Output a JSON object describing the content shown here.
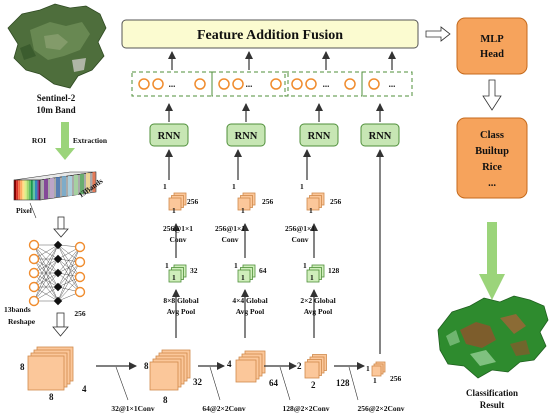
{
  "fusion_label": "Feature Addition Fusion",
  "mlp_label": [
    "MLP",
    "Head"
  ],
  "class_box": [
    "Class",
    "Builtup",
    "Rice",
    "..."
  ],
  "classification_result": [
    "Classification",
    "Result"
  ],
  "rnn_label": "RNN",
  "sentinel_label": [
    "Sentinel-2",
    "10m Band"
  ],
  "roi_label": "ROI",
  "extraction_label": "Extraction",
  "bands_label": "13Bands",
  "pixel_label": "Pixel",
  "reshape_labels": [
    "13bands",
    "Reshape"
  ],
  "nn_label": "256",
  "dots": "...",
  "ellipsis": "…",
  "branches": [
    {
      "top_cube_dims": [
        "1",
        "1",
        "256"
      ],
      "conv_label": [
        "256@1×1",
        "Conv"
      ],
      "mid_cube_dims": [
        "1",
        "1",
        "32"
      ],
      "pool_label": [
        "8×8 Global",
        "Avg Pool"
      ]
    },
    {
      "top_cube_dims": [
        "1",
        "1",
        "256"
      ],
      "conv_label": [
        "256@1×1",
        "Conv"
      ],
      "mid_cube_dims": [
        "1",
        "1",
        "64"
      ],
      "pool_label": [
        "4×4 Global",
        "Avg Pool"
      ]
    },
    {
      "top_cube_dims": [
        "1",
        "1",
        "256"
      ],
      "conv_label": [
        "256@1×1",
        "Conv"
      ],
      "mid_cube_dims": [
        "1",
        "1",
        "128"
      ],
      "pool_label": [
        "2×2 Global",
        "Avg Pool"
      ]
    }
  ],
  "bottom_stage": {
    "cube1": [
      "8",
      "8",
      "4"
    ],
    "cube2": [
      "8",
      "8",
      "32"
    ],
    "cube3": [
      "4",
      "64"
    ],
    "cube4": [
      "2",
      "2",
      "128"
    ],
    "cube5": [
      "1",
      "1",
      "256"
    ]
  },
  "conv_labels": [
    "32@1×1Conv",
    "64@2×2Conv",
    "128@2×2Conv",
    "256@2×2Conv"
  ],
  "colors": {
    "fusion_fill": "#fbfbd0",
    "rnn_fill": "#c7e6b4",
    "rnn_stroke": "#4f8f3a",
    "orange_fill": "#f6a35c",
    "orange_stroke": "#c56a1c",
    "cube_orange": "#fbc79a",
    "cube_green": "#cfeebb",
    "arrow_green": "#9bd47a"
  }
}
